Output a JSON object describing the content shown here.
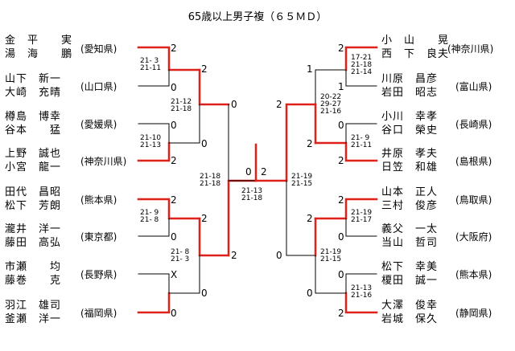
{
  "title": "65歳以上男子複（６５ＭＤ）",
  "colors": {
    "winner_line": "#e0201a",
    "loser_line": "#000000"
  },
  "left_pairs": [
    {
      "p1": "金　平　　実",
      "p2": "湯　海　　鵬",
      "pref": "(愛知県)"
    },
    {
      "p1": "山下　新一",
      "p2": "大崎　充晴",
      "pref": "(山口県)"
    },
    {
      "p1": "樽島　博幸",
      "p2": "谷本　　猛",
      "pref": "(愛媛県)"
    },
    {
      "p1": "上野　誠也",
      "p2": "小宮　龍一",
      "pref": "(神奈川県)"
    },
    {
      "p1": "田代　昌昭",
      "p2": "松下　芳朗",
      "pref": "(熊本県)"
    },
    {
      "p1": "瀧井　洋一",
      "p2": "藤田　高弘",
      "pref": "(東京都)"
    },
    {
      "p1": "市瀬　　均",
      "p2": "藤巻　　克",
      "pref": "(長野県)"
    },
    {
      "p1": "羽江　雄司",
      "p2": "釜瀬　洋一",
      "pref": "(福岡県)"
    }
  ],
  "right_pairs": [
    {
      "p1": "小　山　　晃",
      "p2": "西　下　良夫",
      "pref": "(神奈川県)"
    },
    {
      "p1": "川原　昌彦",
      "p2": "岩田　昭志",
      "pref": "(富山県)"
    },
    {
      "p1": "小川　幸孝",
      "p2": "谷口　榮史",
      "pref": "(長崎県)"
    },
    {
      "p1": "井原　孝夫",
      "p2": "日笠　和雄",
      "pref": "(島根県)"
    },
    {
      "p1": "山本　正人",
      "p2": "三村　俊彦",
      "pref": "(鳥取県)"
    },
    {
      "p1": "義父　一太",
      "p2": "当山　哲司",
      "pref": "(大阪府)"
    },
    {
      "p1": "松下　幸美",
      "p2": "榎田　誠一",
      "pref": "(熊本県)"
    },
    {
      "p1": "大澤　俊幸",
      "p2": "岩城　保久",
      "pref": "(静岡県)"
    }
  ],
  "left_r1": [
    {
      "top": "2",
      "bottom": "0",
      "detail": "21- 3\n21-11"
    },
    {
      "top": "0",
      "bottom": "2",
      "detail": "21-10\n21-13"
    },
    {
      "top": "2",
      "bottom": "0",
      "detail": "21- 9\n21- 8"
    },
    {
      "top": "X",
      "bottom": "0",
      "detail": ""
    }
  ],
  "left_r2": [
    {
      "top": "2",
      "bottom": "0",
      "detail": "21-12\n21-18"
    },
    {
      "top": "2",
      "bottom": "0",
      "detail": "21- 8\n21- 3"
    }
  ],
  "left_r3": {
    "top": "0",
    "bottom": "2",
    "detail": "21-18\n21-18"
  },
  "right_r1": [
    {
      "top": "2",
      "bottom": "1",
      "detail": "17-21\n21-18\n21-14"
    },
    {
      "top": "0",
      "bottom": "2",
      "detail": "21- 9\n21-11"
    },
    {
      "top": "2",
      "bottom": "0",
      "detail": "21-19\n21-17"
    },
    {
      "top": "0",
      "bottom": "2",
      "detail": "21-13\n21-16"
    }
  ],
  "right_r2": [
    {
      "top": "1",
      "bottom": "2",
      "detail": "20-22\n29-27\n21-16"
    },
    {
      "top": "2",
      "bottom": "0",
      "detail": "21-19\n21-15"
    }
  ],
  "right_r3": {
    "top": "2",
    "bottom": "0",
    "detail": "21-19\n21-15"
  },
  "final": {
    "left": "0",
    "right": "2",
    "detail": "21-13\n21-18"
  }
}
